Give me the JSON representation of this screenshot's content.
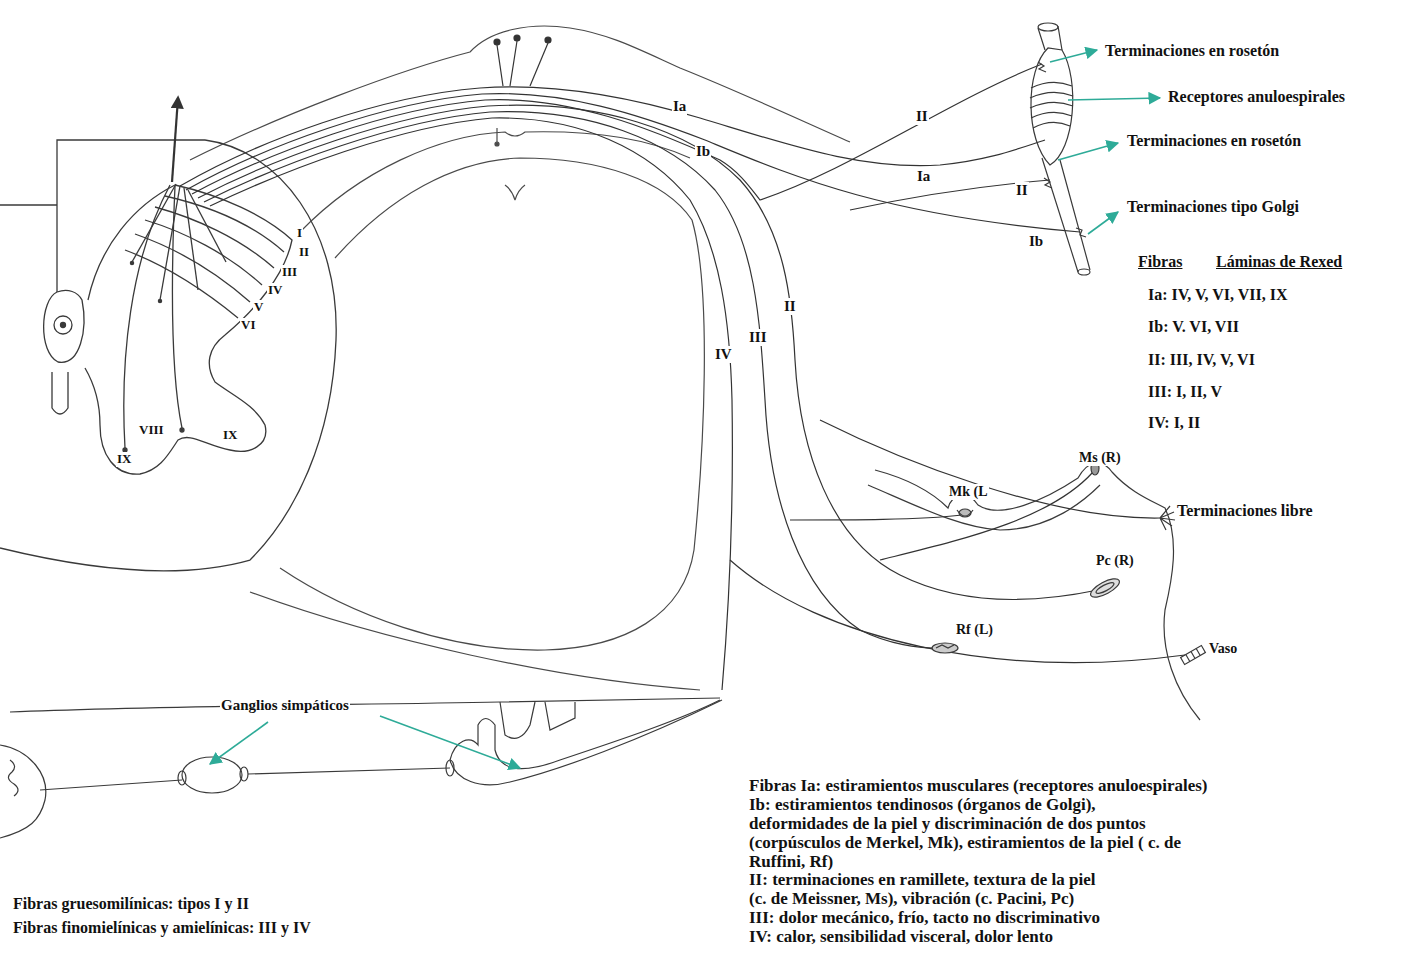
{
  "diagram": {
    "labels": [
      "Terminaciones en rosetón",
      "Receptores anuloespirales",
      "Terminaciones en rosetón",
      "Terminaciones tipo Golgi",
      "Ia",
      "Ib",
      "II",
      "Ia",
      "II",
      "Ib",
      "Fibras",
      "Láminas de Rexed",
      "Ia: IV, V, VI, VII, IX",
      "Ib: V. VI, VII",
      "II: III, IV, V, VI",
      "III: I, II, V",
      "IV: I, II",
      "I",
      "II",
      "III",
      "IV",
      "V",
      "VI",
      "VIII",
      "IX",
      "IX",
      "II",
      "III",
      "IV",
      "Ms (R)",
      "Mk (L",
      "Terminaciones libre",
      "Pc (R)",
      "Rf (L)",
      "Vaso",
      "Ganglios simpáticos",
      "Fibras gruesomilínicas: tipos I y II",
      "Fibras finomielínicas y amielínicas: III y IV",
      "Fibras Ia: estiramientos musculares (receptores anuloespirales)",
      "Ib: estiramientos tendinosos (órganos de Golgi),",
      "deformidades de la piel y discriminación de dos puntos",
      "(corpúsculos de Merkel, Mk), estiramientos de la piel ( c. de",
      "Ruffini, Rf)",
      "II: terminaciones en ramillete, textura de la piel",
      "(c. de Meissner, Ms), vibración (c. Pacini, Pc)",
      "III: dolor mecánico, frío, tacto no discriminativo",
      "IV: calor, sensibilidad visceral, dolor lento"
    ]
  }
}
